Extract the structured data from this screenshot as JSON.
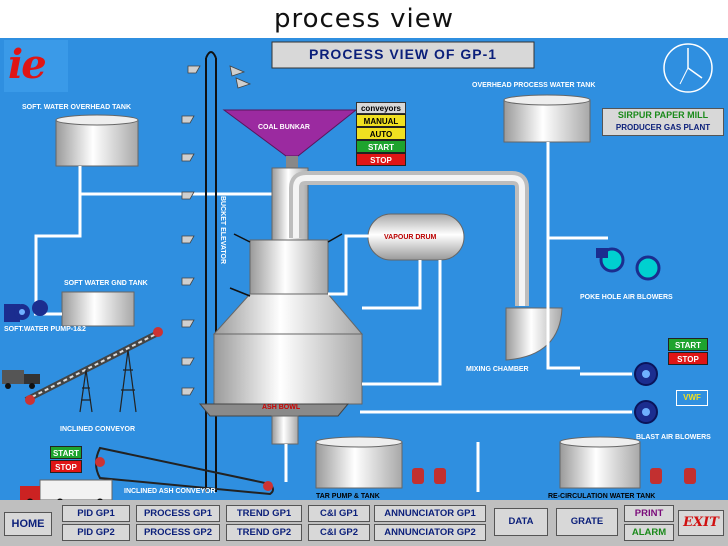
{
  "slide_title": "process  view",
  "header": {
    "title": "PROCESS   VIEW OF GP-1"
  },
  "logo": {
    "text": "ie"
  },
  "company": {
    "mill": "SIRPUR PAPER MILL",
    "plant": "PRODUCER GAS PLANT"
  },
  "labels": {
    "soft_water_overhead_tank": "SOFT. WATER OVERHEAD TANK",
    "overhead_process_water_tank": "OVERHEAD PROCESS WATER  TANK",
    "coal_bunker": "COAL BUNKAR",
    "bucket_elevator": "BUCKET ELEVATOR",
    "vapour_drum": "VAPOUR DRUM",
    "soft_water_gnd_tank": "SOFT WATER GND TANK",
    "soft_water_pump": "SOFT.WATER PUMP-1&2",
    "poke_hole_air_blowers": "POKE HOLE AIR BLOWERS",
    "mixing_chamber": "MIXING CHAMBER",
    "vwf": "VWF",
    "blast_air_blowers": "BLAST AIR BLOWERS",
    "ash_bowl": "ASH BOWL",
    "inclined_conveyor": "INCLINED CONVEYOR",
    "inclined_ash_conveyor": "INCLINED ASH CONVEYOR",
    "tar_pump_tank": "TAR PUMP & TANK",
    "recirculation_water_tank": "RE-CIRCULATION WATER TANK"
  },
  "conveyors": {
    "title": "conveyors",
    "manual": "MANUAL",
    "auto": "AUTO",
    "start": "START",
    "stop": "STOP"
  },
  "blower_controls": {
    "start": "START",
    "stop": "STOP"
  },
  "ash_controls": {
    "start": "START",
    "stop": "STOP"
  },
  "nav": {
    "home": "HOME",
    "pid_gp1": "PID GP1",
    "pid_gp2": "PID GP2",
    "process_gp1": "PROCESS GP1",
    "process_gp2": "PROCESS GP2",
    "trend_gp1": "TREND GP1",
    "trend_gp2": "TREND GP2",
    "ci_gp1": "C&I GP1",
    "ci_gp2": "C&I GP2",
    "annunciator_gp1": "ANNUNCIATOR GP1",
    "annunciator_gp2": "ANNUNCIATOR GP2",
    "data": "DATA",
    "grate": "GRATE",
    "print": "PRINT",
    "alarm": "ALARM",
    "exit": "EXIT"
  },
  "colors": {
    "background": "#2f8fe0",
    "start": "#1ea32e",
    "stop": "#e01515",
    "manual": "#f0e020"
  }
}
